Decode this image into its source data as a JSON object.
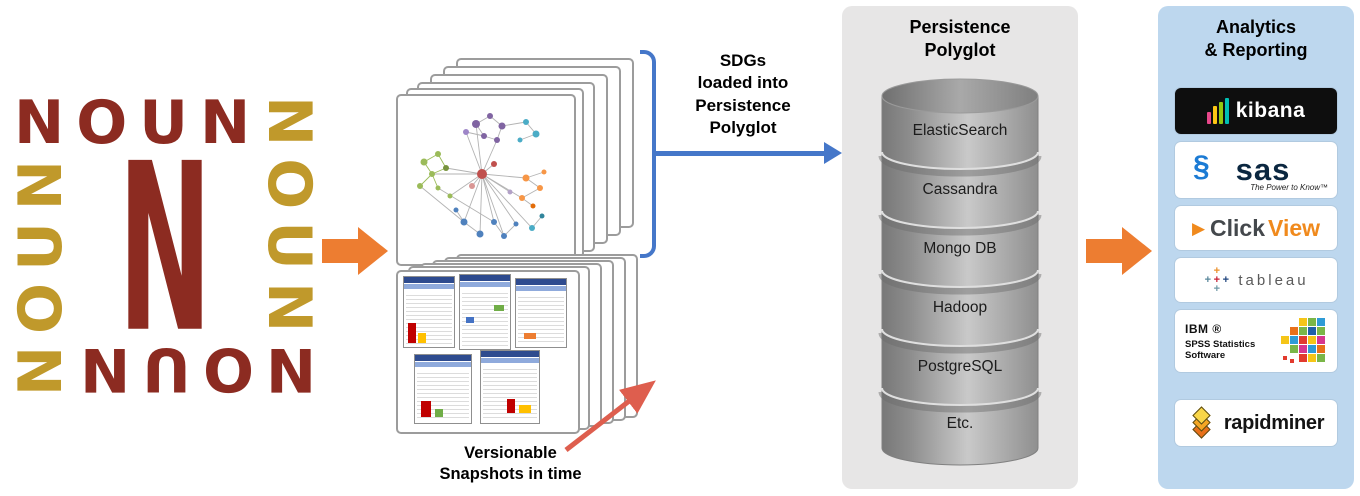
{
  "colors": {
    "maroon": "#8C2B21",
    "gold": "#C0992B",
    "orange_arrow": "#ED7D31",
    "blue_arrow": "#4577C9",
    "red_arrow": "#DE5E4E",
    "persistence_bg": "#E7E6E6",
    "analytics_bg": "#BDD7EE"
  },
  "noun": {
    "word": "NOUN",
    "center": "N"
  },
  "snapshots": {
    "caption": "Versionable\nSnapshots in time"
  },
  "flow": {
    "label": "SDGs\nloaded into\nPersistence\nPolyglot"
  },
  "persistence": {
    "title": "Persistence\nPolyglot",
    "layers": [
      "ElasticSearch",
      "Cassandra",
      "Mongo DB",
      "Hadoop",
      "PostgreSQL",
      "Etc."
    ]
  },
  "analytics": {
    "title": "Analytics\n& Reporting",
    "logos": {
      "kibana": {
        "text": "kibana"
      },
      "sas": {
        "text": "sas",
        "tagline": "The Power to Know™"
      },
      "clickview": {
        "part1": "Click",
        "part2": "View"
      },
      "tableau": {
        "text": "tableau"
      },
      "spss": {
        "line1": "IBM ®",
        "line2": "SPSS Statistics",
        "line3": "Software"
      },
      "rapidminer": {
        "text": "rapidminer"
      }
    }
  }
}
